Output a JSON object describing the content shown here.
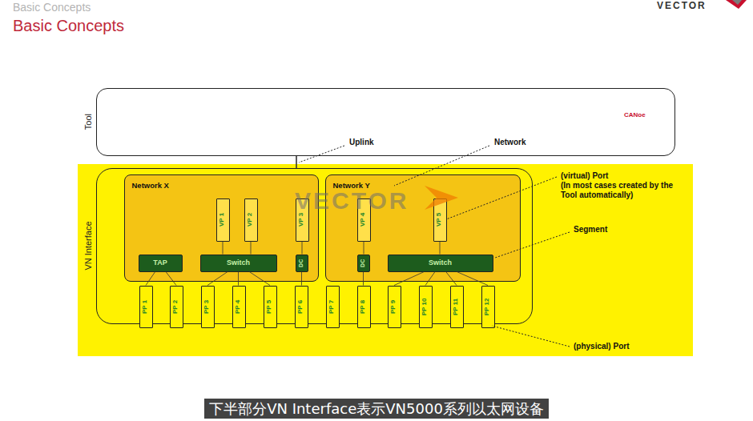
{
  "diagram": {
    "title": "Basic Concepts",
    "caption": "下半部分VN Interface表示VN5000系列以太网设备",
    "nodes": [
      {
        "text": [
          "Tool"
        ]
      },
      {
        "text": [
          "VN Interface"
        ]
      },
      {
        "text": [
          "Network X"
        ],
        "in": 1
      },
      {
        "text": [
          "VP 1"
        ],
        "in": 2
      },
      {
        "text": [
          "VP 2"
        ],
        "in": 2
      },
      {
        "text": [
          "VP 3"
        ],
        "in": 2
      },
      {
        "text": [
          "TAP"
        ],
        "in": 2
      },
      {
        "text": [
          "Switch"
        ],
        "in": 2
      },
      {
        "text": [
          "DC"
        ],
        "in": 2
      },
      {
        "text": [
          "Network Y"
        ],
        "in": 1
      },
      {
        "text": [
          "VP 4"
        ],
        "in": 9
      },
      {
        "text": [
          "VP 5"
        ],
        "in": 9
      },
      {
        "text": [
          "DC"
        ],
        "in": 9
      },
      {
        "text": [
          "Switch"
        ],
        "in": 9
      },
      {
        "text": [
          "PP 1"
        ],
        "in": 1
      },
      {
        "text": [
          "PP 2"
        ],
        "in": 1
      },
      {
        "text": [
          "PP 3"
        ],
        "in": 1
      },
      {
        "text": [
          "PP 4"
        ],
        "in": 1
      },
      {
        "text": [
          "PP 5"
        ],
        "in": 1
      },
      {
        "text": [
          "PP 6"
        ],
        "in": 1
      },
      {
        "text": [
          "PP 7"
        ],
        "in": 1
      },
      {
        "text": [
          "PP 8"
        ],
        "in": 1
      },
      {
        "text": [
          "PP 9"
        ],
        "in": 1
      },
      {
        "text": [
          "PP 10"
        ],
        "in": 1
      },
      {
        "text": [
          "PP 11"
        ],
        "in": 1
      },
      {
        "text": [
          "PP 12"
        ],
        "in": 1
      }
    ],
    "edges": [
      {
        "from": 0,
        "to": 1,
        "arrow": "none"
      },
      {
        "from": 3,
        "to": 7,
        "arrow": "none"
      },
      {
        "from": 4,
        "to": 7,
        "arrow": "none"
      },
      {
        "from": 5,
        "to": 8,
        "arrow": "none"
      },
      {
        "from": 10,
        "to": 12,
        "arrow": "none"
      },
      {
        "from": 11,
        "to": 13,
        "arrow": "none"
      },
      {
        "from": 6,
        "to": 14,
        "arrow": "none"
      },
      {
        "from": 6,
        "to": 15,
        "arrow": "none"
      },
      {
        "from": 7,
        "to": 16,
        "arrow": "none"
      },
      {
        "from": 7,
        "to": 17,
        "arrow": "none"
      },
      {
        "from": 7,
        "to": 18,
        "arrow": "none"
      },
      {
        "from": 8,
        "to": 19,
        "arrow": "none"
      },
      {
        "from": 12,
        "to": 21,
        "arrow": "none"
      },
      {
        "from": 13,
        "to": 22,
        "arrow": "none"
      },
      {
        "from": 13,
        "to": 23,
        "arrow": "none"
      },
      {
        "from": 13,
        "to": 24,
        "arrow": "none"
      },
      {
        "from": 13,
        "to": 25,
        "arrow": "none"
      }
    ],
    "labels": [
      "Basic Concepts",
      "VECTOR",
      "CANoe",
      "Uplink",
      "Network",
      "(virtual) Port",
      "(In most cases created by the Tool automatically)",
      "Segment",
      "(physical) Port",
      "VECTOR"
    ]
  }
}
